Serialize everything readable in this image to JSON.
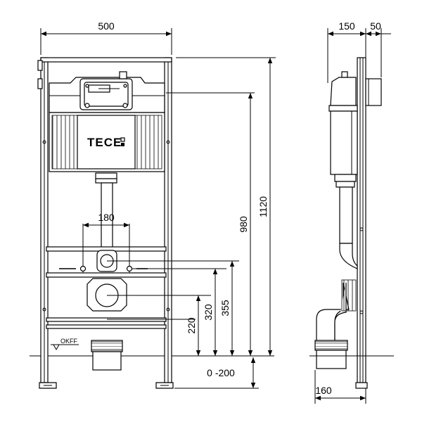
{
  "brand": {
    "logo": "TECE"
  },
  "floor_label": "OKFF",
  "dimensions": {
    "frame_width": "500",
    "frame_height": "1120",
    "cistern_height": "980",
    "fixing_spacing": "180",
    "fixing_height": "355",
    "outlet_height": "320",
    "drain_height": "220",
    "foot_range": "0 -200",
    "frame_depth": "150",
    "wall_offset": "50",
    "side_depth": "160"
  }
}
